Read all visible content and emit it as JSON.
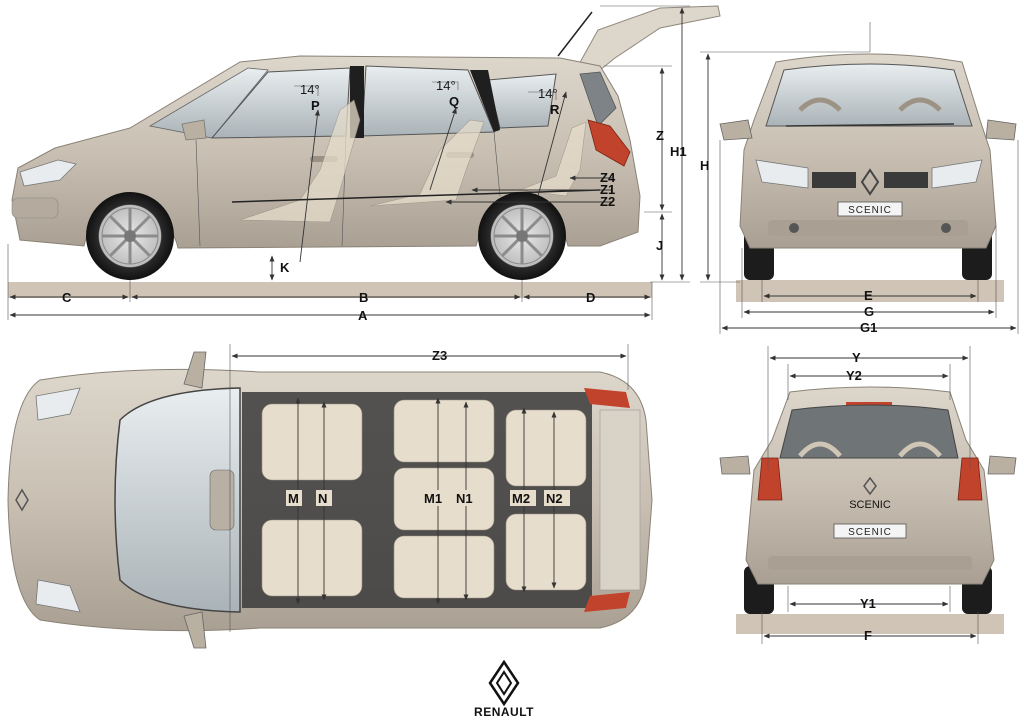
{
  "side_view": {
    "angles": {
      "front": "14°",
      "middle": "14°",
      "rear": "14°"
    },
    "interior_labels": {
      "P": "P",
      "Q": "Q",
      "R": "R"
    },
    "dimensions": {
      "A": "A",
      "B": "B",
      "C": "C",
      "D": "D",
      "K": "K",
      "J": "J",
      "Z": "Z",
      "H1": "H1",
      "Z1": "Z1",
      "Z2": "Z2",
      "Z4": "Z4"
    }
  },
  "front_view": {
    "badge": "SCENIC",
    "dimensions": {
      "H": "H",
      "E": "E",
      "G": "G",
      "G1": "G1"
    }
  },
  "top_view": {
    "dimensions": {
      "Z3": "Z3",
      "M": "M",
      "N": "N",
      "M1": "M1",
      "N1": "N1",
      "M2": "M2",
      "N2": "N2"
    }
  },
  "rear_view": {
    "badge": "SCENIC",
    "dimensions": {
      "Y": "Y",
      "Y2": "Y2",
      "Y1": "Y1",
      "F": "F"
    }
  },
  "brand": {
    "logo": "renault-diamond-logo",
    "name": "RENAULT"
  },
  "colors": {
    "body": "#c9c0b3",
    "body_dark": "#9d9385",
    "ground": "#cfc4b6",
    "glass": "#b9c2c6",
    "tail": "#c2432c",
    "seat": "#e6ddcc"
  }
}
